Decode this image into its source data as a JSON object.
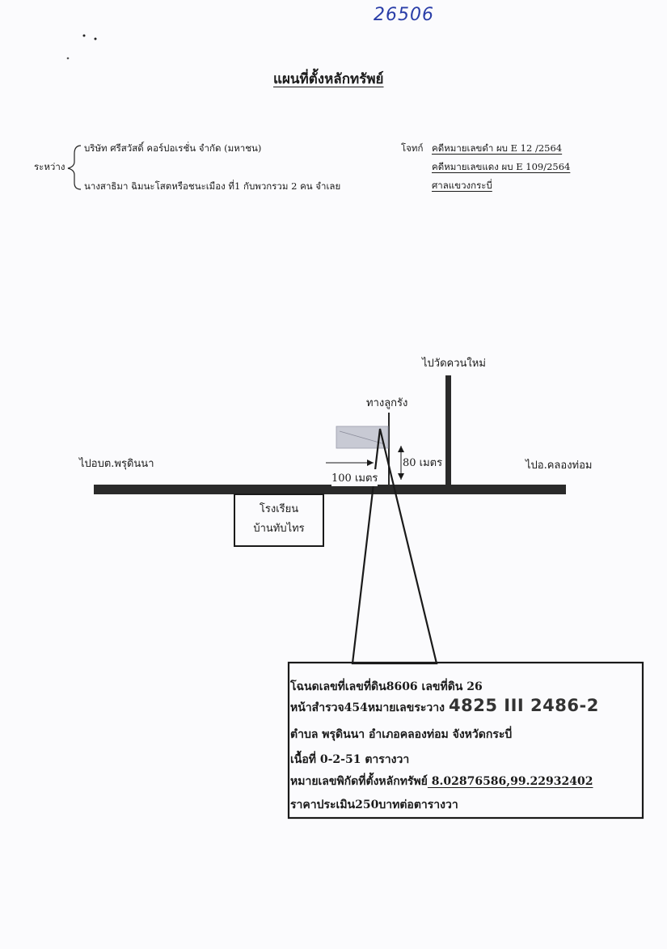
{
  "handwritten_number": "26506",
  "title": "แผนที่ตั้งหลักทรัพย์",
  "parties": {
    "between_label": "ระหว่าง",
    "plaintiff": "บริษัท ศรีสวัสดิ์ คอร์ปอเรชั่น จำกัด (มหาชน)",
    "defendant": "นางสาธิมา ฉิมนะโสตหรือชนะเมือง ที่1   กับพวกรวม 2 คน   จำเลย"
  },
  "case": {
    "plaintiff_label": "โจทก์",
    "black_case": "คดีหมายเลขดำ   ผบ E 12 /2564",
    "red_case": "คดีหมายเลขแดง  ผบ E  109/2564",
    "court": "ศาลแขวงกระบี่"
  },
  "map": {
    "north_road": "ไปวัดควนใหม่",
    "junction": "ทางลูกรัง",
    "west": "ไปอบต.พรุดินนา",
    "east": "ไปอ.คลองท่อม",
    "dist_horizontal": "100 เมตร",
    "dist_vertical": "80 เมตร",
    "school_line1": "โรงเรียน",
    "school_line2": "บ้านทับไทร"
  },
  "info_box": {
    "line1": "โฉนดเลขที่เลขที่ดิน8606  เลขที่ดิน 26",
    "line2_prefix": "หน้าสำรวจ454หมายเลขระวาง",
    "line2_parcel": "4825 III 2486-2",
    "line3": "ตำบล พรุดินนา   อำเภอคลองท่อม  จังหวัดกระบี่",
    "line4": "เนื้อที่ 0-2-51 ตารางวา",
    "line5_prefix": "หมายเลขพิกัดที่ตั้งหลักทรัพย์",
    "line5_coords": " 8.02876586,99.22932402",
    "line6": "ราคาประเมิน250บาทต่อตารางวา"
  }
}
